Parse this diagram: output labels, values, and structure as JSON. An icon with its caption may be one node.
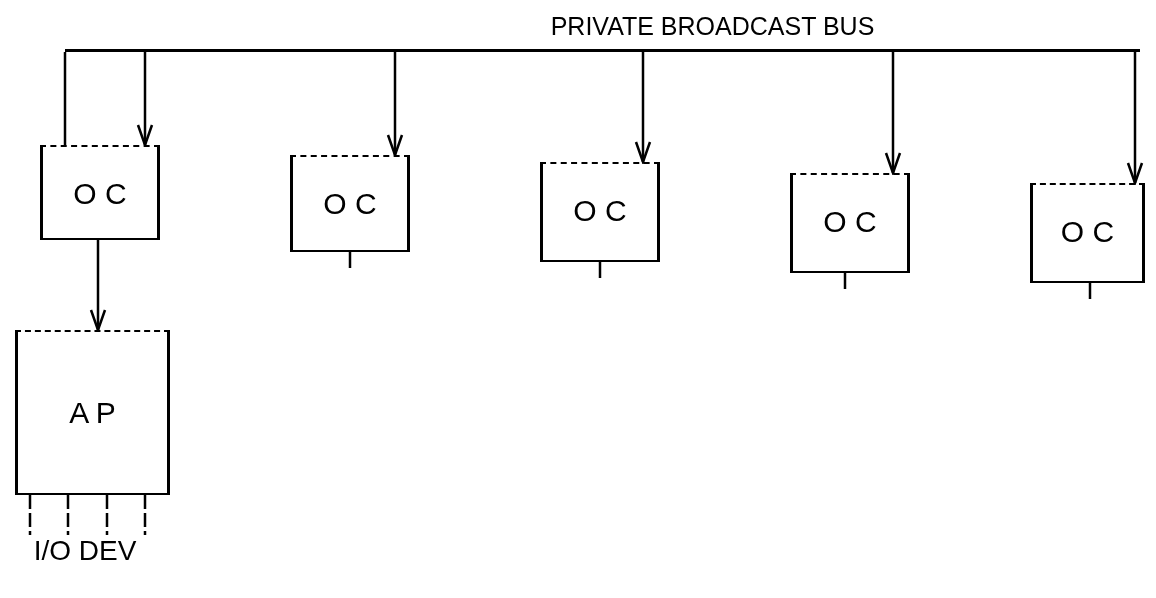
{
  "diagram": {
    "nodes": [
      {
        "text": [
          "PRIVATE BROADCAST BUS"
        ]
      },
      {
        "text": [
          "O C"
        ]
      },
      {
        "text": [
          "O C"
        ]
      },
      {
        "text": [
          "O C"
        ]
      },
      {
        "text": [
          "O C"
        ]
      },
      {
        "text": [
          "O C"
        ]
      },
      {
        "text": [
          "A P"
        ]
      },
      {
        "text": [
          "I/O DEV"
        ]
      }
    ],
    "edges": [
      {
        "from": 0,
        "to": 1,
        "arrow": "none"
      },
      {
        "from": 0,
        "to": 1,
        "arrow": "to"
      },
      {
        "from": 0,
        "to": 2,
        "arrow": "to"
      },
      {
        "from": 0,
        "to": 3,
        "arrow": "to"
      },
      {
        "from": 0,
        "to": 4,
        "arrow": "to"
      },
      {
        "from": 0,
        "to": 5,
        "arrow": "to"
      },
      {
        "from": 1,
        "to": 6,
        "arrow": "to"
      },
      {
        "from": 6,
        "to": 7,
        "arrow": "none",
        "style": "dashed"
      },
      {
        "from": 6,
        "to": 7,
        "arrow": "none",
        "style": "dashed"
      },
      {
        "from": 6,
        "to": 7,
        "arrow": "none",
        "style": "dashed"
      },
      {
        "from": 6,
        "to": 7,
        "arrow": "none",
        "style": "dashed"
      }
    ]
  }
}
